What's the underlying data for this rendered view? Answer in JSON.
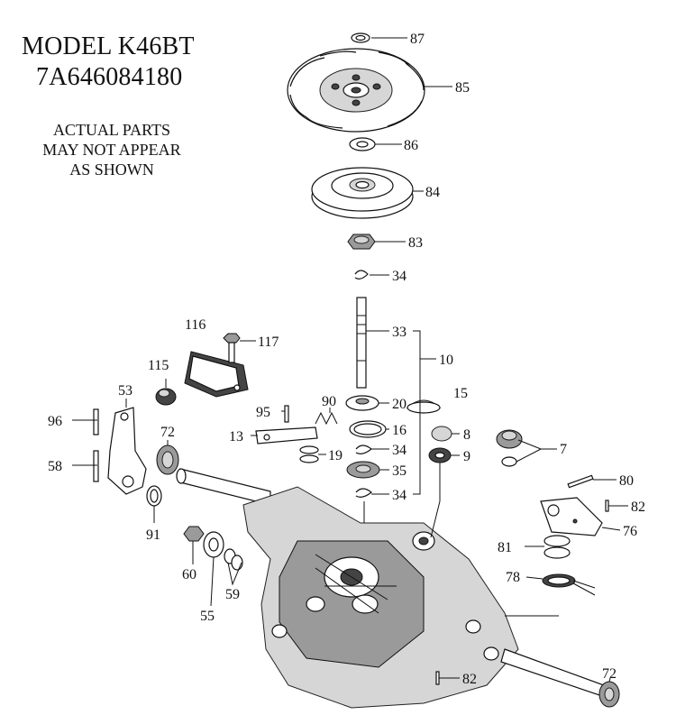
{
  "header": {
    "model": "MODEL K46BT",
    "part_number": "7A646084180",
    "note_lines": [
      "ACTUAL PARTS",
      "MAY NOT APPEAR",
      "AS SHOWN"
    ]
  },
  "callouts": [
    {
      "id": "c87",
      "label": "87"
    },
    {
      "id": "c85",
      "label": "85"
    },
    {
      "id": "c86",
      "label": "86"
    },
    {
      "id": "c84",
      "label": "84"
    },
    {
      "id": "c83",
      "label": "83"
    },
    {
      "id": "c34a",
      "label": "34"
    },
    {
      "id": "c33",
      "label": "33"
    },
    {
      "id": "c10",
      "label": "10"
    },
    {
      "id": "c116",
      "label": "116"
    },
    {
      "id": "c117",
      "label": "117"
    },
    {
      "id": "c115",
      "label": "115"
    },
    {
      "id": "c53",
      "label": "53"
    },
    {
      "id": "c96",
      "label": "96"
    },
    {
      "id": "c72a",
      "label": "72"
    },
    {
      "id": "c58",
      "label": "58"
    },
    {
      "id": "c91",
      "label": "91"
    },
    {
      "id": "c95",
      "label": "95"
    },
    {
      "id": "c90",
      "label": "90"
    },
    {
      "id": "c13",
      "label": "13"
    },
    {
      "id": "c19",
      "label": "19"
    },
    {
      "id": "c20",
      "label": "20"
    },
    {
      "id": "c16",
      "label": "16"
    },
    {
      "id": "c34b",
      "label": "34"
    },
    {
      "id": "c35",
      "label": "35"
    },
    {
      "id": "c34c",
      "label": "34"
    },
    {
      "id": "c15",
      "label": "15"
    },
    {
      "id": "c8",
      "label": "8"
    },
    {
      "id": "c9",
      "label": "9"
    },
    {
      "id": "c7",
      "label": "7"
    },
    {
      "id": "c80",
      "label": "80"
    },
    {
      "id": "c82a",
      "label": "82"
    },
    {
      "id": "c76",
      "label": "76"
    },
    {
      "id": "c81",
      "label": "81"
    },
    {
      "id": "c78",
      "label": "78"
    },
    {
      "id": "c60",
      "label": "60"
    },
    {
      "id": "c55",
      "label": "55"
    },
    {
      "id": "c59",
      "label": "59"
    },
    {
      "id": "c82b",
      "label": "82"
    },
    {
      "id": "c72b",
      "label": "72"
    }
  ]
}
